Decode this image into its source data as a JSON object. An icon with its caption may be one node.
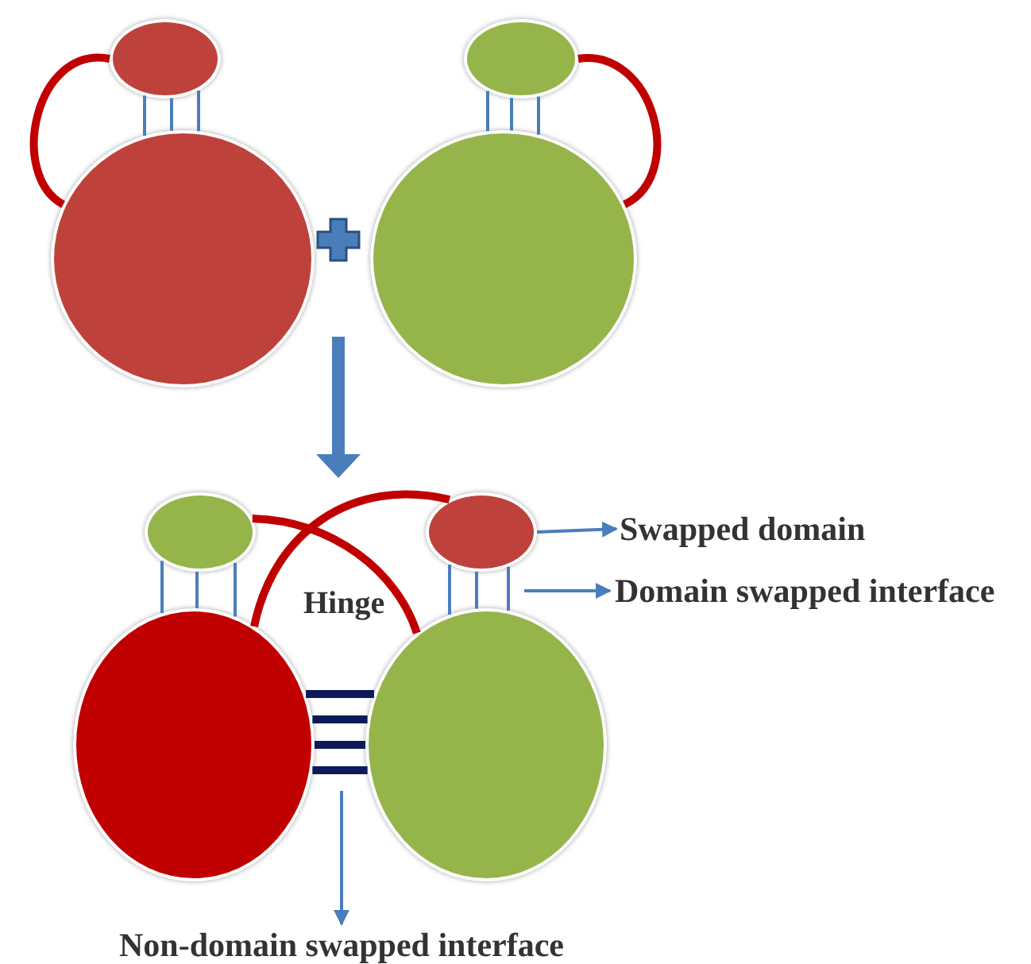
{
  "diagram": {
    "nodes": [
      {
        "text": [],
        "shape": "circle"
      },
      {
        "text": [],
        "shape": "circle"
      },
      {
        "text": [],
        "shape": "circle"
      },
      {
        "text": [],
        "shape": "circle"
      },
      {
        "text": [],
        "shape": "circle"
      },
      {
        "text": [],
        "shape": "circle"
      },
      {
        "text": [],
        "shape": "circle"
      },
      {
        "text": [],
        "shape": "circle"
      },
      {
        "text": [
          "Swapped domain"
        ]
      },
      {
        "text": [
          "Domain swapped interface"
        ]
      },
      {
        "text": [
          "Non-domain swapped interface"
        ]
      }
    ],
    "edges": [
      {
        "from": 0,
        "to": 1,
        "arrow": "none",
        "style": "thick",
        "color": "#c00000"
      },
      {
        "from": 0,
        "to": 1,
        "arrow": "none"
      },
      {
        "from": 0,
        "to": 1,
        "arrow": "none"
      },
      {
        "from": 0,
        "to": 1,
        "arrow": "none"
      },
      {
        "from": 2,
        "to": 3,
        "arrow": "none"
      },
      {
        "from": 2,
        "to": 3,
        "arrow": "none"
      },
      {
        "from": 2,
        "to": 3,
        "arrow": "none"
      },
      {
        "from": 2,
        "to": 3,
        "arrow": "none",
        "style": "thick",
        "color": "#c00000"
      },
      {
        "from": 4,
        "to": 7,
        "arrow": "none",
        "style": "thick",
        "color": "#c00000"
      },
      {
        "from": 5,
        "to": 6,
        "arrow": "none",
        "style": "thick",
        "color": "#c00000"
      },
      {
        "from": 4,
        "to": 5,
        "arrow": "none"
      },
      {
        "from": 4,
        "to": 5,
        "arrow": "none"
      },
      {
        "from": 4,
        "to": 5,
        "arrow": "none"
      },
      {
        "from": 6,
        "to": 7,
        "arrow": "none"
      },
      {
        "from": 6,
        "to": 7,
        "arrow": "none"
      },
      {
        "from": 6,
        "to": 7,
        "arrow": "none"
      },
      {
        "from": 5,
        "to": 7,
        "arrow": "none",
        "style": "thick",
        "color": "#0c1a5a"
      },
      {
        "from": 5,
        "to": 7,
        "arrow": "none",
        "style": "thick",
        "color": "#0c1a5a"
      },
      {
        "from": 5,
        "to": 7,
        "arrow": "none",
        "style": "thick",
        "color": "#0c1a5a"
      },
      {
        "from": 5,
        "to": 7,
        "arrow": "none",
        "style": "thick",
        "color": "#0c1a5a"
      },
      {
        "from": 6,
        "to": 8,
        "arrow": "to"
      },
      {
        "from": 6,
        "to": 9,
        "arrow": "to"
      },
      {
        "from": null,
        "to": 10,
        "arrow": "to"
      }
    ],
    "labels": [
      "Hinge"
    ]
  }
}
